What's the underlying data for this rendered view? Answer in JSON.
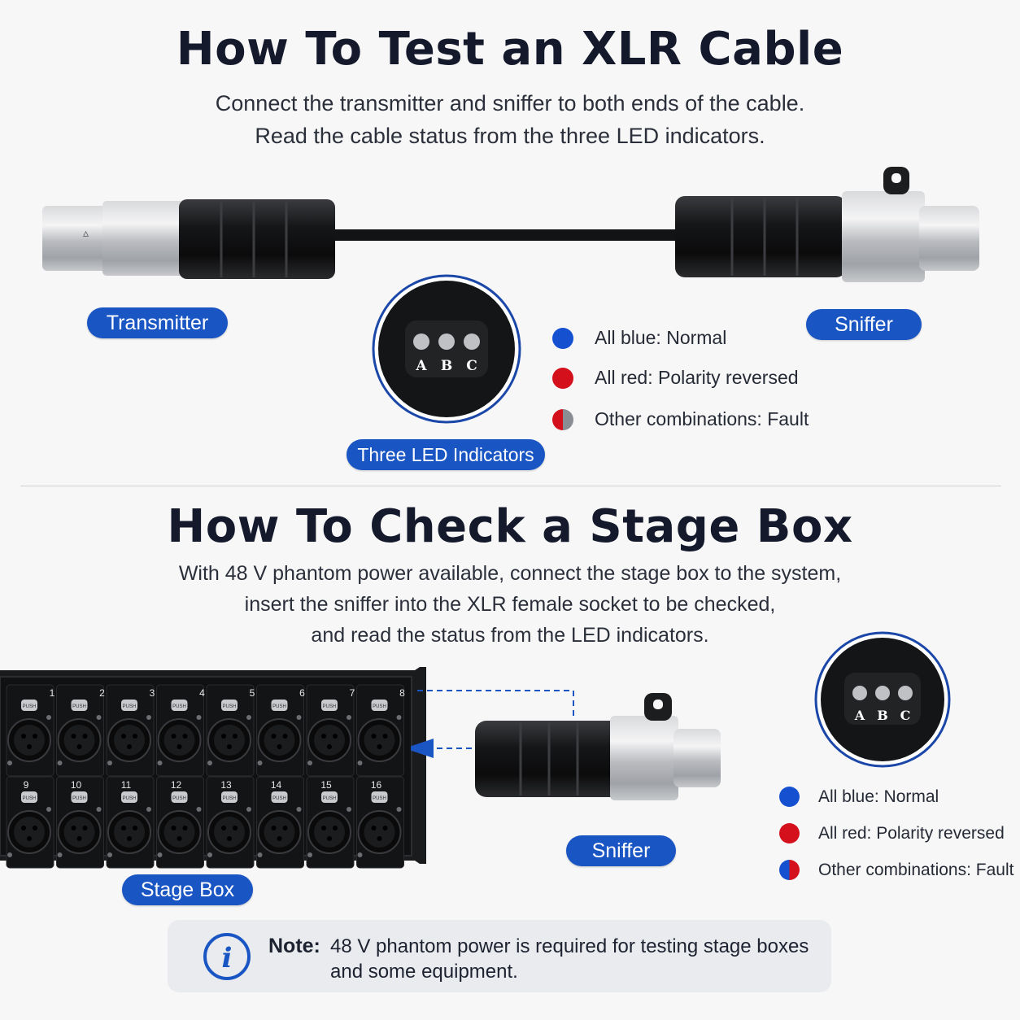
{
  "section1": {
    "title": "How To Test an XLR Cable",
    "subtitle_line1": "Connect the transmitter and sniffer to both ends of the cable.",
    "subtitle_line2": "Read the cable status from the three LED indicators.",
    "transmitter_label": "Transmitter",
    "sniffer_label": "Sniffer",
    "led_label": "Three LED Indicators",
    "led_letters": [
      "A",
      "B",
      "C"
    ],
    "legend": [
      {
        "text": "All blue: Normal",
        "color": "blue"
      },
      {
        "text": "All red: Polarity reversed",
        "color": "red"
      },
      {
        "text": "Other combinations: Fault",
        "color": "red-gray"
      }
    ]
  },
  "section2": {
    "title": "How To Check a Stage Box",
    "desc_line1": "With 48 V phantom power available, connect the stage box to the system,",
    "desc_line2": "insert the sniffer into the XLR female socket to be checked,",
    "desc_line3": "and read the status from the LED indicators.",
    "stage_box_label": "Stage Box",
    "sniffer_label": "Sniffer",
    "channel_numbers_top": [
      "1",
      "2",
      "3",
      "4",
      "5",
      "6",
      "7",
      "8"
    ],
    "channel_numbers_bottom": [
      "9",
      "10",
      "11",
      "12",
      "13",
      "14",
      "15",
      "16"
    ],
    "push_label": "PUSH",
    "led_letters": [
      "A",
      "B",
      "C"
    ],
    "legend": [
      {
        "text": "All blue: Normal",
        "color": "blue"
      },
      {
        "text": "All red: Polarity reversed",
        "color": "red"
      },
      {
        "text": "Other combinations: Fault",
        "color": "red-blue"
      }
    ]
  },
  "note": {
    "label": "Note:",
    "line1": "48 V phantom power is required for testing stage boxes",
    "line2": "and some equipment."
  },
  "colors": {
    "accent": "#1a55c4",
    "title": "#141a2c",
    "led_blue": "#1550d0",
    "led_red": "#d4101c"
  }
}
